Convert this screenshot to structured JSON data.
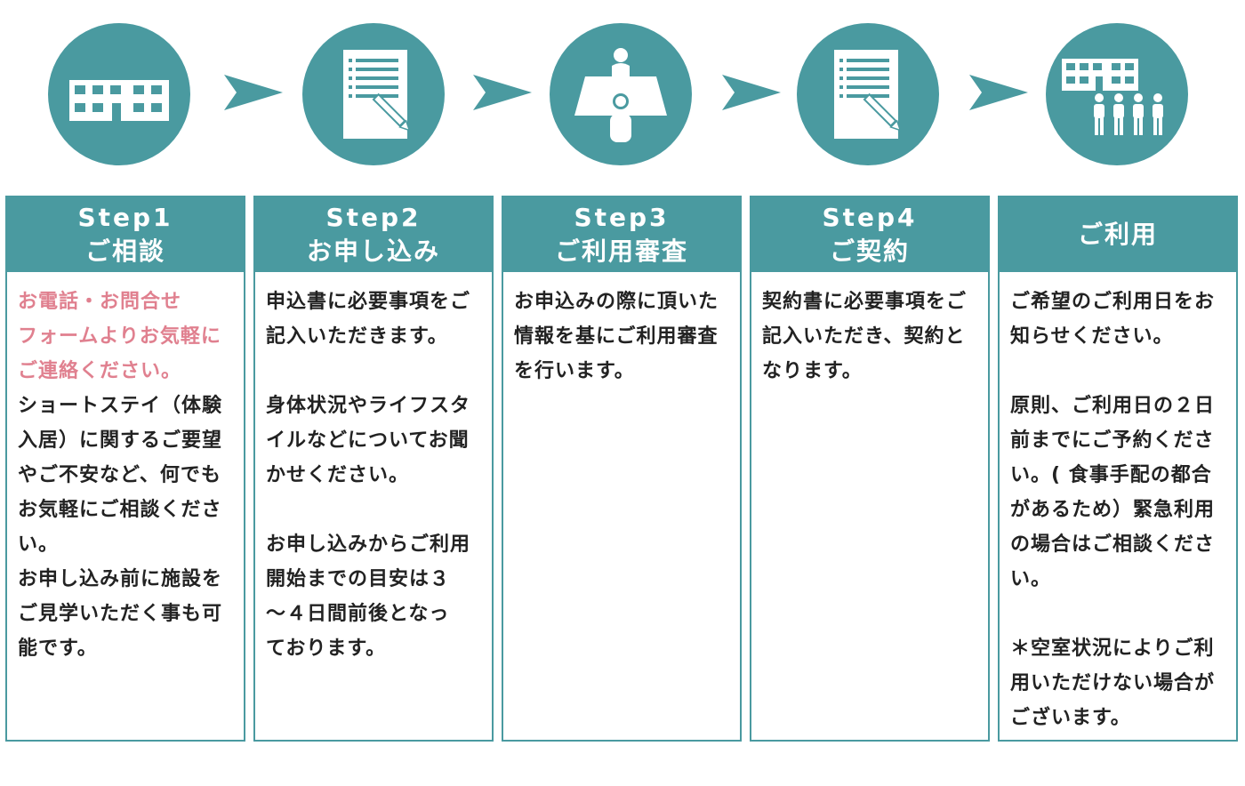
{
  "colors": {
    "teal": "#4a9aa0",
    "pink": "#e0808f",
    "text": "#222222"
  },
  "icons": [
    "building-icon",
    "application-form-icon",
    "interview-icon",
    "contract-form-icon",
    "facility-users-icon"
  ],
  "steps": [
    {
      "step": "Step1",
      "title": "ご相談",
      "highlight": "お電話・お問合せ\nフォームよりお気軽に\nご連絡ください。",
      "body": "ショートステイ（体験\n入居）に関するご要望\nやご不安など、何でも\nお気軽にご相談くださ\nい。\nお申し込み前に施設を\nご見学いただく事も可\n能です。"
    },
    {
      "step": "Step2",
      "title": "お申し込み",
      "para1": "申込書に必要事項をご\n記入いただきます。",
      "para2": "身体状況やライフスタ\nイルなどについてお聞\nかせください。",
      "para3": "お申し込みからご利用\n開始までの目安は３\n～４日間前後となっ\nております。"
    },
    {
      "step": "Step3",
      "title": "ご利用審査",
      "para1": "お申込みの際に頂いた\n情報を基にご利用審査\nを行います。"
    },
    {
      "step": "Step4",
      "title": "ご契約",
      "para1": "契約書に必要事項をご\n記入いただき、契約と\nなります。"
    },
    {
      "title": "ご利用",
      "para1": "ご希望のご利用日をお\n知らせください。",
      "para2": "原則、ご利用日の２日\n前までにご予約くださ\nい。( 食事手配の都合\nがあるため）緊急利用\nの場合はご相談くださ\nい。",
      "para3": "＊空室状況によりご利\n用いただけない場合が\nございます。"
    }
  ]
}
